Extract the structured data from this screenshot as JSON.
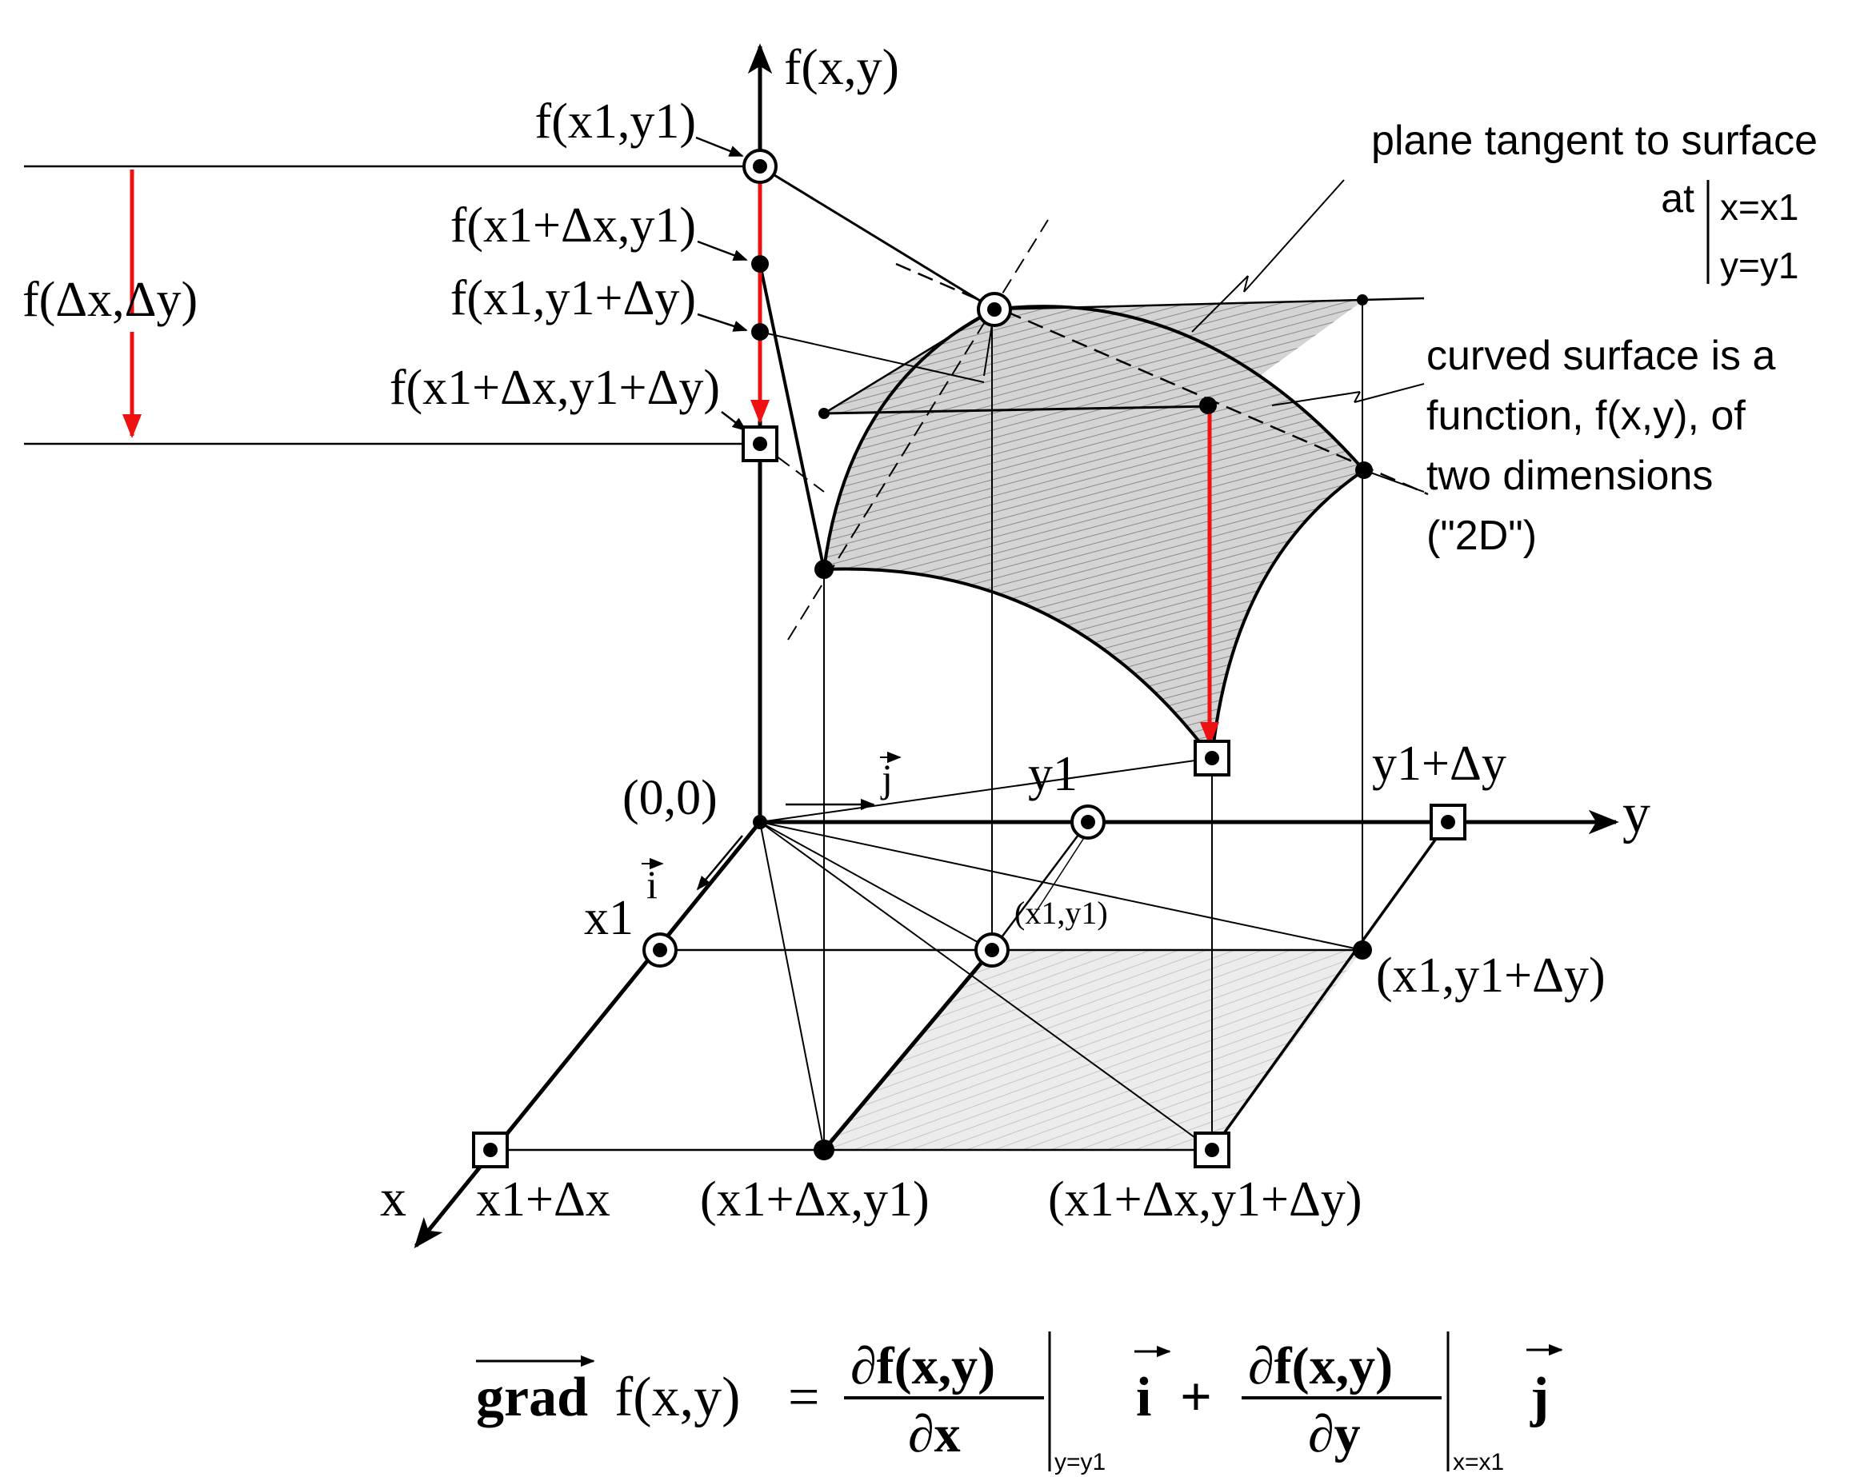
{
  "axes": {
    "vertical": "f(x,y)",
    "y_axis": "y",
    "x_axis": "x",
    "origin": "(0,0)",
    "unit_j": "j",
    "unit_i": "i"
  },
  "left_levels": {
    "top": "f(x1,y1)",
    "second": "f(x1+Δx,y1)",
    "third": "f(x1,y1+Δy)",
    "bottom": "f(x1+Δx,y1+Δy)",
    "difference": "f(Δx,Δy)"
  },
  "ground_points": {
    "x1": "x1",
    "x1_dx": "x1+Δx",
    "y1": "y1",
    "y1_dy": "y1+Δy",
    "p_x1_y1": "(x1,y1)",
    "p_x1_y1dy": "(x1,y1+Δy)",
    "p_x1dx_y1": "(x1+Δx,y1)",
    "p_x1dx_y1dy": "(x1+Δx,y1+Δy)"
  },
  "notes": {
    "plane_line": "plane tangent to surface",
    "at": "at",
    "cond_x": "x=x1",
    "cond_y": "y=y1",
    "surface_lines": [
      "curved surface is a",
      "function, f(x,y), of",
      "two dimensions",
      "(\"2D\")"
    ]
  },
  "formula": {
    "grad": "grad",
    "lhs": "f(x,y)",
    "equals": "=",
    "num": "∂f(x,y)",
    "den_x": "∂x",
    "den_y": "∂y",
    "eval_y": "y=y1",
    "eval_x": "x=x1",
    "i": "i",
    "j": "j",
    "plus": "+"
  },
  "colors": {
    "ink": "#000000",
    "highlight": "#ee1111",
    "surface_fill": "#c8c8c8"
  }
}
